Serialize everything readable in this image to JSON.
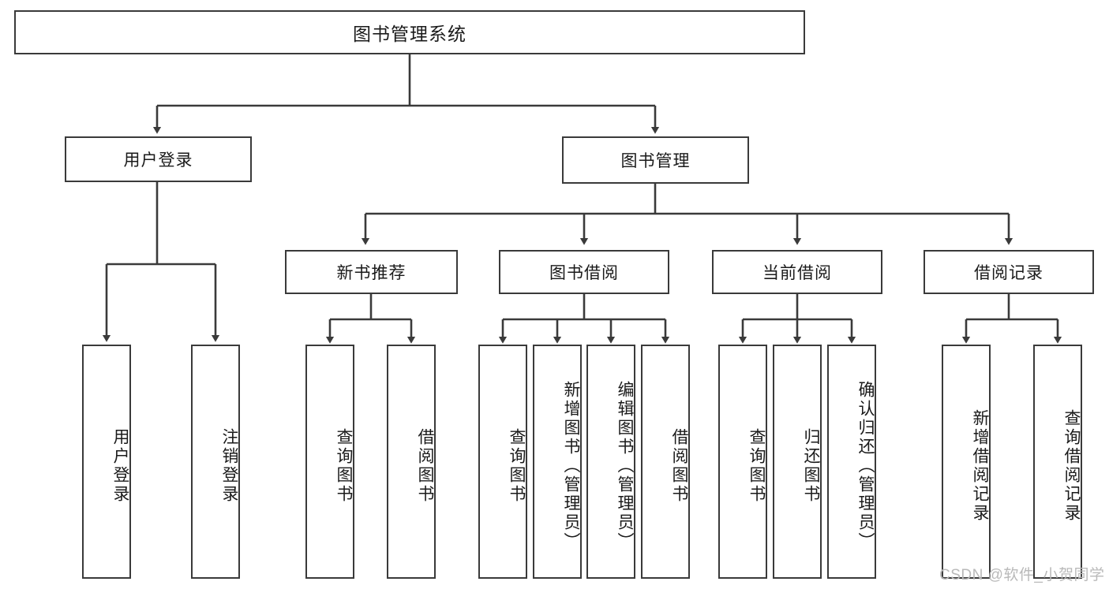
{
  "diagram": {
    "title": "图书管理系统",
    "type": "tree-hierarchy-chart",
    "root": {
      "label": "图书管理系统"
    },
    "level2": [
      {
        "label": "用户登录"
      },
      {
        "label": "图书管理"
      }
    ],
    "level3": [
      {
        "label": "新书推荐"
      },
      {
        "label": "图书借阅"
      },
      {
        "label": "当前借阅"
      },
      {
        "label": "借阅记录"
      }
    ],
    "leaves": {
      "user_login": [
        {
          "label": "用户登录"
        },
        {
          "label": "注销登录"
        }
      ],
      "new_book_recommend": [
        {
          "label": "查询图书"
        },
        {
          "label": "借阅图书"
        }
      ],
      "book_borrow": [
        {
          "label": "查询图书"
        },
        {
          "label": "新增图书（管理员）"
        },
        {
          "label": "编辑图书（管理员）"
        },
        {
          "label": "借阅图书"
        }
      ],
      "current_borrow": [
        {
          "label": "查询图书"
        },
        {
          "label": "归还图书"
        },
        {
          "label": "确认归还（管理员）"
        }
      ],
      "borrow_record": [
        {
          "label": "新增借阅记录"
        },
        {
          "label": "查询借阅记录"
        }
      ]
    }
  },
  "watermark": {
    "text": "CSDN @软件_小贺同学"
  },
  "colors": {
    "stroke": "#3a3a3a",
    "background": "#ffffff",
    "text": "#1a1a1a",
    "watermark": "#b9b9b9"
  }
}
